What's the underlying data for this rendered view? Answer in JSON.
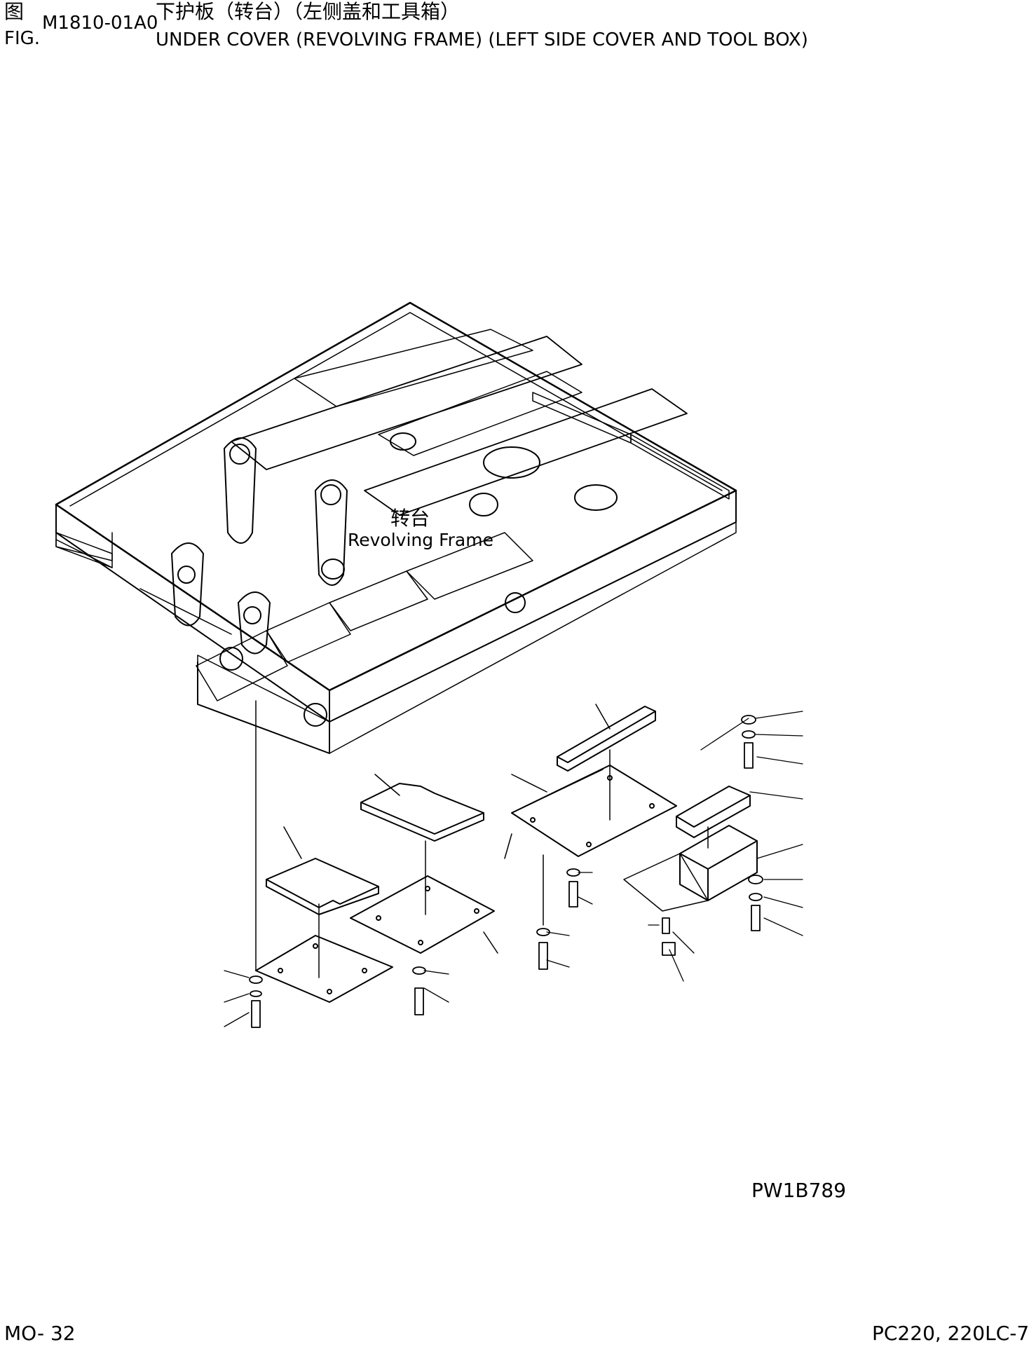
{
  "header": {
    "fig_cn": "图",
    "fig_en": "FIG.",
    "fig_code": "M1810-01A0",
    "title_cn": "下护板（转台）（左侧盖和工具箱）",
    "title_en": "UNDER COVER (REVOLVING FRAME) (LEFT SIDE COVER AND TOOL BOX)"
  },
  "diagram": {
    "frame_label_cn": "转台",
    "frame_label_en": "Revolving Frame",
    "drawing_number": "PW1B789"
  },
  "footer": {
    "page": "MO- 32",
    "model": "PC220, 220LC-7"
  }
}
